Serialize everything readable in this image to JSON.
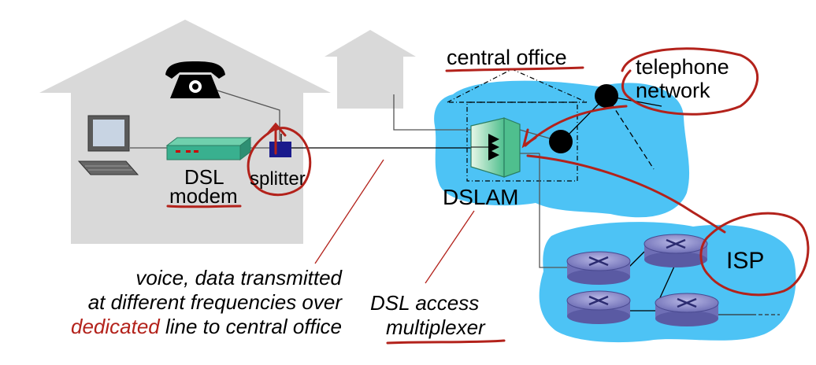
{
  "labels": {
    "central_office": "central office",
    "telephone_network": "telephone\nnetwork",
    "dsl_modem_line1": "DSL",
    "dsl_modem_line2": "modem",
    "splitter": "splitter",
    "dslam": "DSLAM",
    "isp": "ISP",
    "caption_left": {
      "line1": "voice, data transmitted",
      "line2": "at different frequencies over",
      "line3_highlight": "dedicated",
      "line3_rest": " line to central office"
    },
    "caption_right_line1": "DSL access",
    "caption_right_line2": "multiplexer"
  },
  "colors": {
    "house": "#d9d9d9",
    "cloud": "#4dc3f5",
    "annotation_red": "#b3221b",
    "modem": "#39b08f",
    "router": "#7f7fc2"
  },
  "icons": [
    "telephone-icon",
    "computer-icon",
    "modem-icon",
    "splitter-icon",
    "dslam-icon",
    "router-icon"
  ]
}
